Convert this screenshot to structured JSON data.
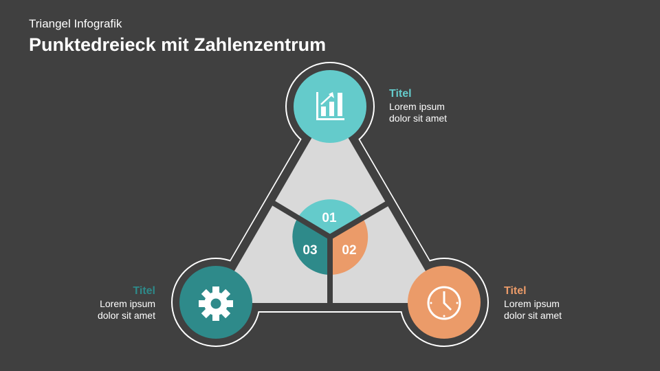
{
  "header": {
    "subtitle": "Triangel Infografik",
    "title": "Punktedreieck mit Zahlenzentrum"
  },
  "colors": {
    "background": "#404040",
    "teal_light": "#64CBCB",
    "teal_dark": "#2E8A8A",
    "orange": "#EB9B69",
    "gray": "#D9D9D9"
  },
  "center": {
    "segments": [
      {
        "number": "01",
        "color": "#64CBCB"
      },
      {
        "number": "02",
        "color": "#EB9B69"
      },
      {
        "number": "03",
        "color": "#2E8A8A"
      }
    ]
  },
  "items": [
    {
      "title": "Titel",
      "line1": "Lorem ipsum",
      "line2": "dolor sit amet",
      "icon": "bar-chart-icon",
      "color": "#64CBCB"
    },
    {
      "title": "Titel",
      "line1": "Lorem ipsum",
      "line2": "dolor sit amet",
      "icon": "clock-icon",
      "color": "#EB9B69"
    },
    {
      "title": "Titel",
      "line1": "Lorem ipsum",
      "line2": "dolor sit amet",
      "icon": "gear-icon",
      "color": "#2E8A8A"
    }
  ]
}
